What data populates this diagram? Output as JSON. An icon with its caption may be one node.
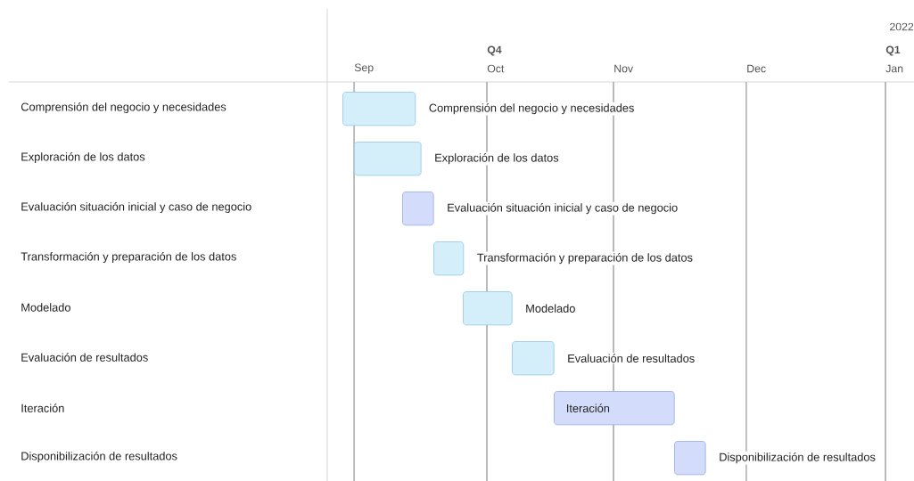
{
  "diagram": {
    "nodes": [
      {
        "text": [],
        "shape": "bar",
        "beside": [
          "Comprensión del negocio y necesidades"
        ]
      },
      {
        "text": [],
        "shape": "bar",
        "beside": [
          "Exploración de los datos"
        ]
      },
      {
        "text": [],
        "shape": "bar",
        "beside": [
          "Evaluación situación inicial y caso de negocio"
        ]
      },
      {
        "text": [],
        "shape": "bar",
        "beside": [
          "Transformación y preparación de los datos"
        ]
      },
      {
        "text": [],
        "shape": "bar",
        "beside": [
          "Modelado"
        ]
      },
      {
        "text": [],
        "shape": "bar",
        "beside": [
          "Evaluación de resultados"
        ]
      },
      {
        "text": [
          "Iteración"
        ]
      },
      {
        "text": [],
        "shape": "bar",
        "beside": [
          "Disponibilización de resultados"
        ]
      }
    ],
    "labels": [
      "2022",
      "Q4",
      "Q1",
      "Sep",
      "Oct",
      "Nov",
      "Dec",
      "Jan",
      "Comprensión del negocio y necesidades",
      "Exploración de los datos",
      "Evaluación situación inicial y caso de negocio",
      "Transformación y preparación de los datos",
      "Modelado",
      "Evaluación de resultados",
      "Iteración",
      "Disponibilización de resultados"
    ]
  }
}
